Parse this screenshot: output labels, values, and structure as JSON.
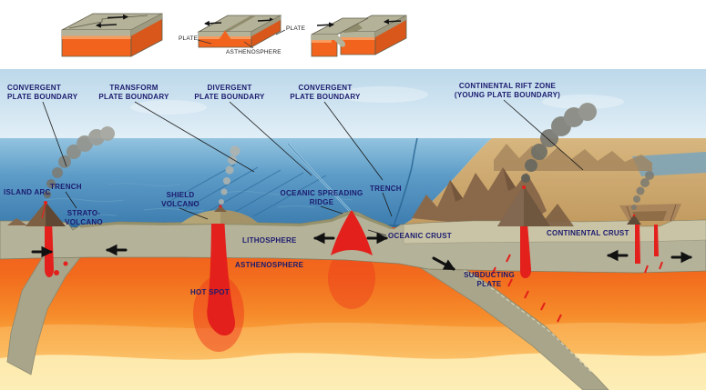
{
  "palette": {
    "background": "#ffffff",
    "sky": "#c2dcec",
    "ocean": "#4a8cc0",
    "land": "#c9a468",
    "mountain": "#8a684a",
    "lithosphere": "#b5b29a",
    "slab": "#a8a58a",
    "asthenosphere": "#f2641e",
    "mantle_deep": "#fdf0c0",
    "magma": "#e3201b",
    "smoke": "#84847c",
    "label_text": "#1b1b6e",
    "inset_label_text": "#222222",
    "line": "#111111"
  },
  "icons": {
    "plate_motion_arrow": "→"
  },
  "insets": {
    "plate_left_label": "PLATE",
    "plate_right_label": "PLATE",
    "asthenosphere_label": "ASTHENOSPHERE"
  },
  "labels": {
    "convergent_left": "CONVERGENT\nPLATE BOUNDARY",
    "transform": "TRANSFORM\nPLATE BOUNDARY",
    "divergent": "DIVERGENT\nPLATE BOUNDARY",
    "convergent_right": "CONVERGENT\nPLATE BOUNDARY",
    "continental_rift": "CONTINENTAL RIFT ZONE\n(YOUNG PLATE BOUNDARY)",
    "island_arc": "ISLAND ARC",
    "trench_left": "TRENCH",
    "strato_volcano": "STRATO-\nVOLCANO",
    "shield_volcano": "SHIELD\nVOLCANO",
    "oceanic_spreading_ridge": "OCEANIC SPREADING\nRIDGE",
    "trench_right": "TRENCH",
    "lithosphere": "LITHOSPHERE",
    "oceanic_crust": "OCEANIC CRUST",
    "continental_crust": "CONTINENTAL CRUST",
    "asthenosphere": "ASTHENOSPHERE",
    "subducting_plate": "SUBDUCTING\nPLATE",
    "hot_spot": "HOT SPOT"
  }
}
